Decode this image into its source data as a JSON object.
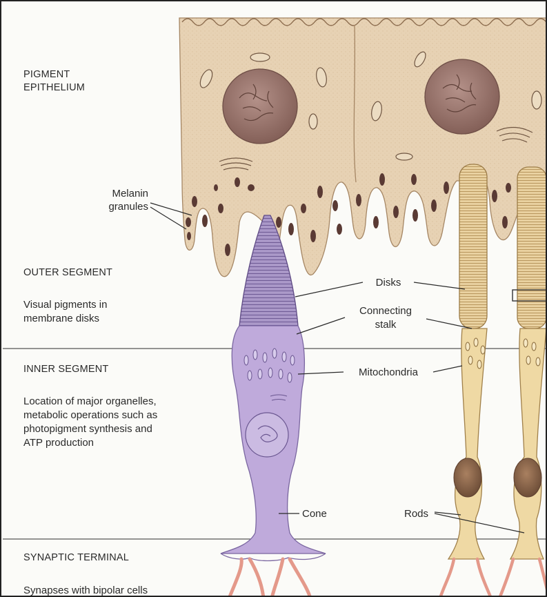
{
  "regions": {
    "pigment": {
      "line1": "PIGMENT",
      "line2": "EPITHELIUM"
    },
    "outer": {
      "title": "OUTER SEGMENT",
      "line1": "Visual pigments in",
      "line2": "membrane disks"
    },
    "inner": {
      "title": "INNER SEGMENT",
      "line1": "Location of major organelles,",
      "line2": "metabolic operations such as",
      "line3": "photopigment synthesis and",
      "line4": "ATP production"
    },
    "synaptic": {
      "title": "SYNAPTIC TERMINAL",
      "line1": "Synapses with bipolar cells"
    }
  },
  "labels": {
    "melanin_1": "Melanin",
    "melanin_2": "granules",
    "disks": "Disks",
    "connecting_1": "Connecting",
    "connecting_2": "stalk",
    "mitochondria": "Mitochondria",
    "cone": "Cone",
    "rods": "Rods"
  },
  "colors": {
    "epithelium": "#e6cfb0",
    "epithelium_edge": "#9a7a5a",
    "melanin": "#5a3a34",
    "cone": "#b9a3d6",
    "cone_dark": "#8c76b0",
    "rod": "#ead7a4",
    "rod_edge": "#a88a52",
    "nucleus": "#9c7a72",
    "synapse": "#e8a090"
  }
}
